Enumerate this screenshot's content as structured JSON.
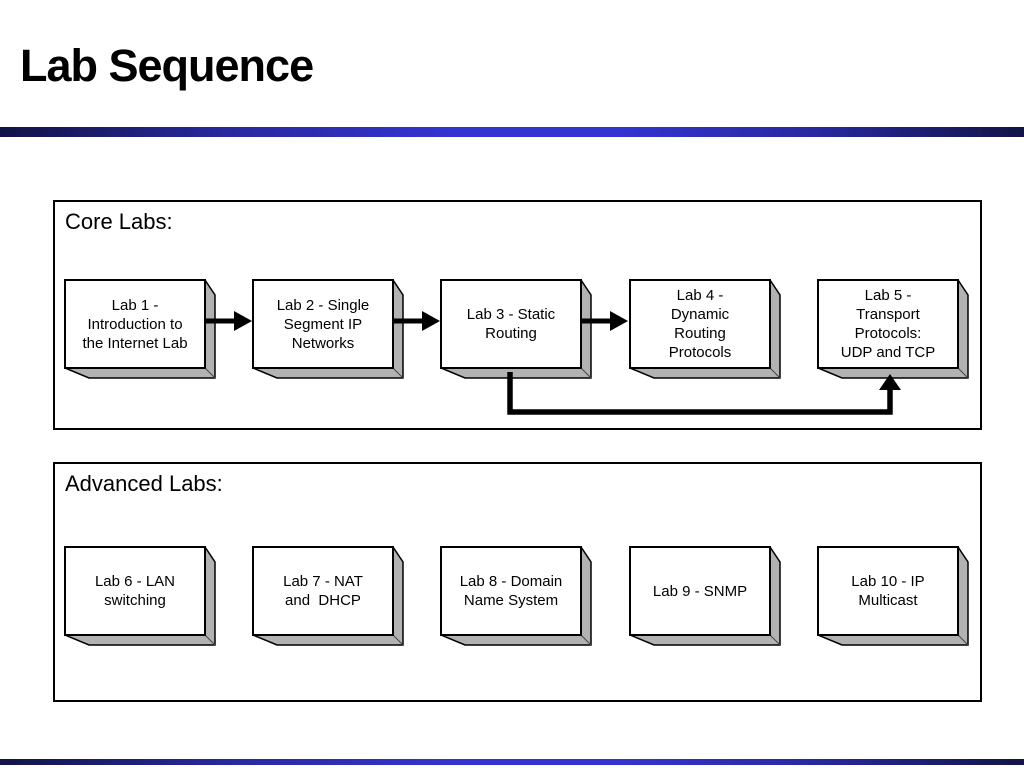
{
  "slide": {
    "title": "Lab Sequence",
    "colors": {
      "bar_edge_navy": "#131347",
      "bar_center_blue": "#3434d2",
      "box_face": "#ffffff",
      "box_side_gray": "#b2b2b2",
      "outline": "#000000"
    }
  },
  "core": {
    "heading": "Core Labs:",
    "boxes": [
      {
        "label": "Lab 1 -\nIntroduction to\nthe Internet Lab"
      },
      {
        "label": "Lab 2 - Single\nSegment IP\nNetworks"
      },
      {
        "label": "Lab 3 - Static\nRouting"
      },
      {
        "label": "Lab 4 -\nDynamic\nRouting\nProtocols"
      },
      {
        "label": "Lab 5 -\nTransport\nProtocols:\nUDP and TCP"
      }
    ],
    "connections": [
      "Lab 1 -> Lab 2",
      "Lab 2 -> Lab 3",
      "Lab 3 -> Lab 4",
      "Lab 3 -> Lab 5 (elbow bypass under Lab 4)"
    ]
  },
  "advanced": {
    "heading": "Advanced Labs:",
    "boxes": [
      {
        "label": "Lab 6 - LAN\nswitching"
      },
      {
        "label": "Lab 7 - NAT\nand  DHCP"
      },
      {
        "label": "Lab 8 - Domain\nName System"
      },
      {
        "label": "Lab 9 - SNMP"
      },
      {
        "label": "Lab 10 - IP\nMulticast"
      }
    ],
    "connections": []
  }
}
